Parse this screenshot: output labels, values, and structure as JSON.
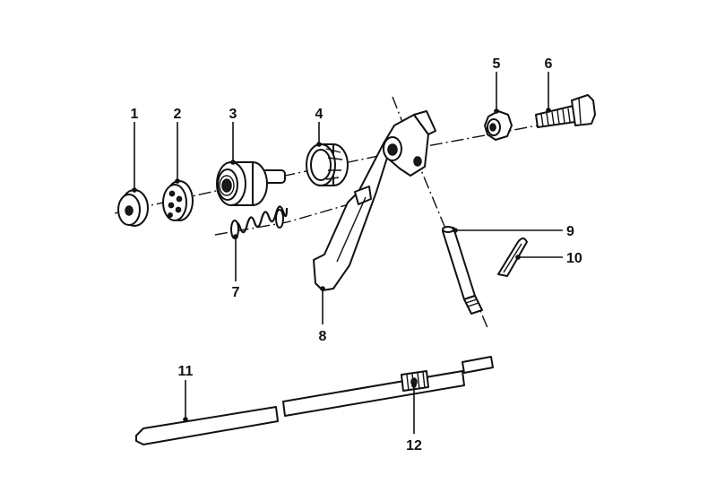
{
  "diagram": {
    "callouts": [
      {
        "label": "1"
      },
      {
        "label": "2"
      },
      {
        "label": "3"
      },
      {
        "label": "4"
      },
      {
        "label": "5"
      },
      {
        "label": "6"
      },
      {
        "label": "7"
      },
      {
        "label": "8"
      },
      {
        "label": "9"
      },
      {
        "label": "10"
      },
      {
        "label": "11"
      },
      {
        "label": "12"
      }
    ]
  }
}
